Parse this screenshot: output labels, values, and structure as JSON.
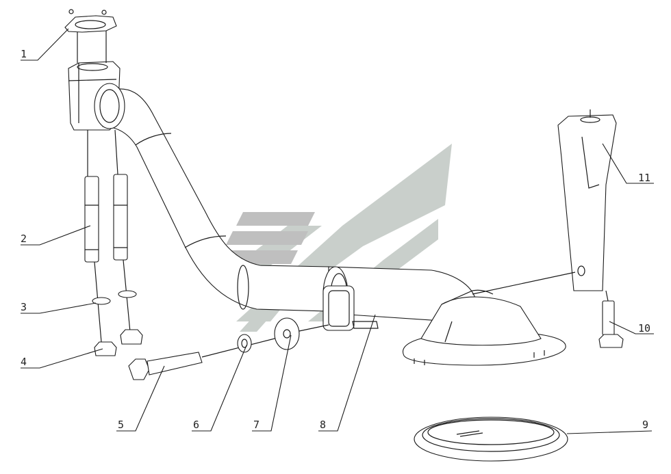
{
  "callouts": [
    {
      "id": "1",
      "label": "1"
    },
    {
      "id": "2",
      "label": "2"
    },
    {
      "id": "3",
      "label": "3"
    },
    {
      "id": "4",
      "label": "4"
    },
    {
      "id": "5",
      "label": "5"
    },
    {
      "id": "6",
      "label": "6"
    },
    {
      "id": "7",
      "label": "7"
    },
    {
      "id": "8",
      "label": "8"
    },
    {
      "id": "9",
      "label": "9"
    },
    {
      "id": "10",
      "label": "10"
    },
    {
      "id": "11",
      "label": "11"
    }
  ],
  "colors": {
    "line": "#1a1a1a",
    "watermark": "#c9cfcb",
    "watermark_dark": "#bfbfbf",
    "background": "#ffffff"
  }
}
